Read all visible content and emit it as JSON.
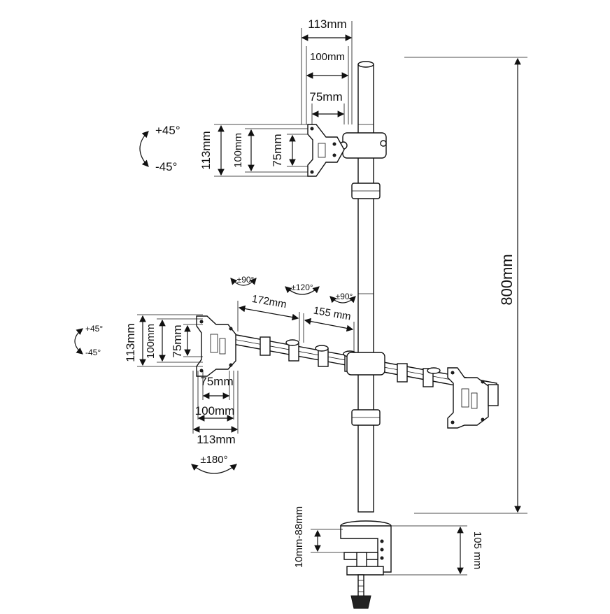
{
  "top_plate": {
    "w113": "113mm",
    "w100": "100mm",
    "w75": "75mm",
    "h113": "113mm",
    "h100": "100mm",
    "h75": "75mm",
    "tilt_up": "+45°",
    "tilt_down": "-45°"
  },
  "left_plate": {
    "h113": "113mm",
    "h100": "100mm",
    "h75": "75mm",
    "w75": "75mm",
    "w100": "100mm",
    "w113": "113mm",
    "tilt_up": "+45°",
    "tilt_down": "-45°",
    "rotate": "±180°"
  },
  "arm": {
    "swivel_left": "±90°",
    "swivel_mid": "±120°",
    "swivel_right": "±90°",
    "seg_172": "172mm",
    "seg_155": "155 mm"
  },
  "pole": {
    "height": "800mm"
  },
  "clamp": {
    "range": "10mm-88mm",
    "height": "105 mm"
  }
}
